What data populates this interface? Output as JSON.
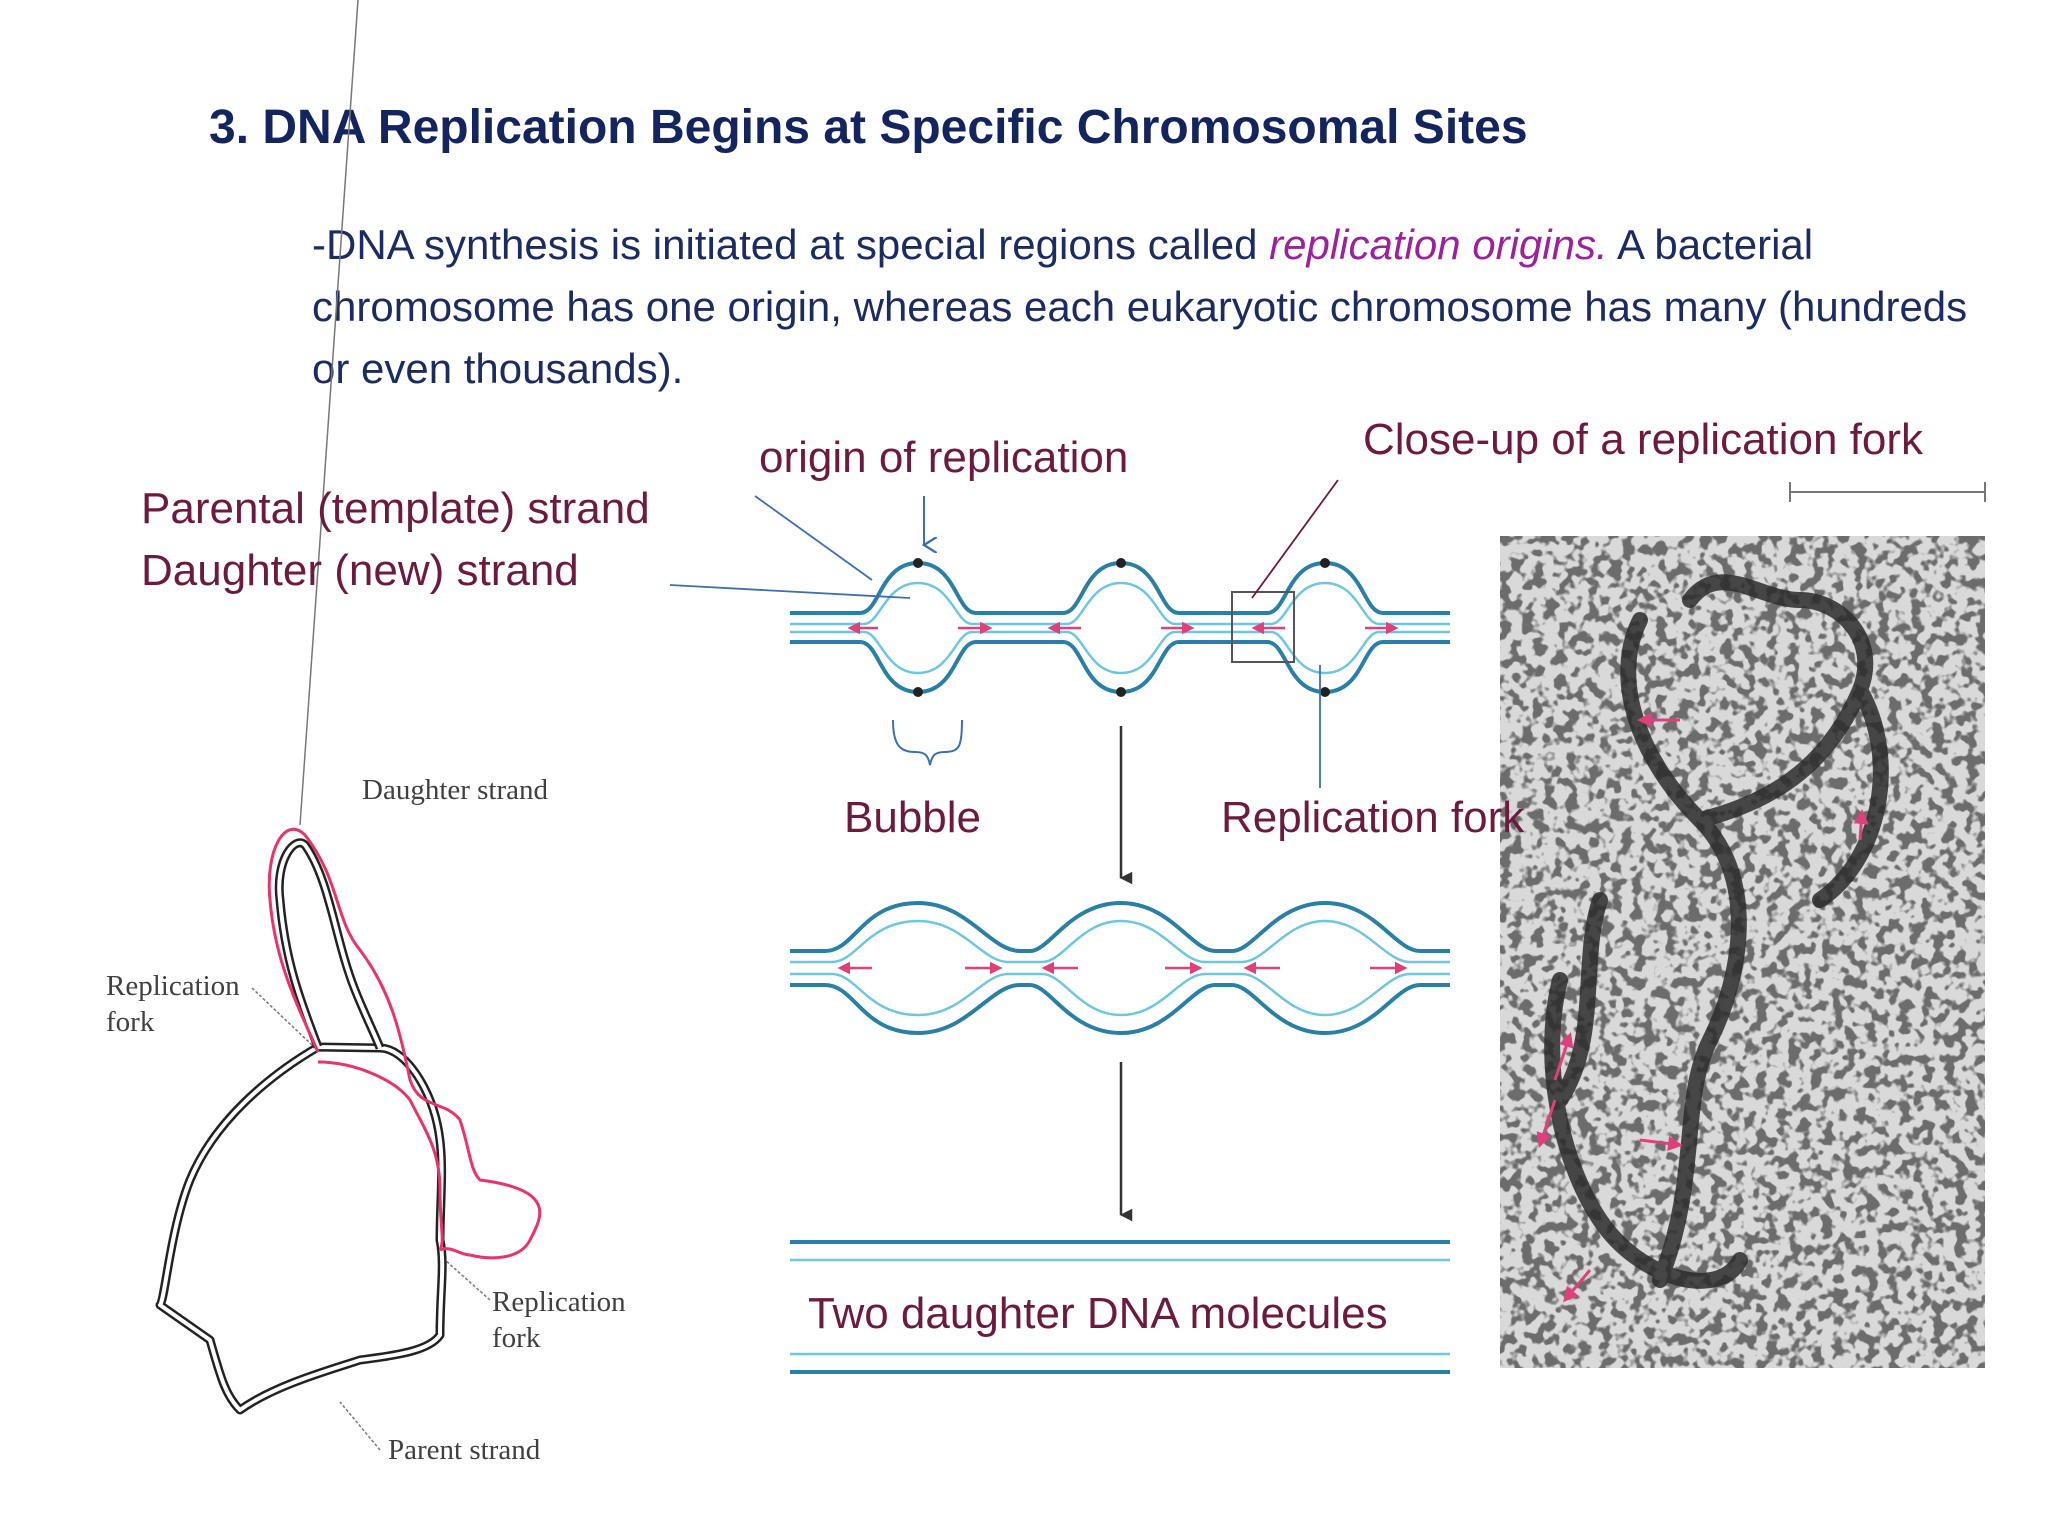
{
  "slide": {
    "title": "3. DNA Replication Begins at Specific Chromosomal Sites",
    "paragraph": {
      "before": "-DNA synthesis is initiated at special regions called ",
      "highlight": "replication origins.",
      "after": " A bacterial chromosome has one origin, whereas each eukaryotic chromosome has many (hundreds or even thousands)."
    }
  },
  "diagram": {
    "labels": {
      "origin": "origin of replication",
      "closeup": "Close-up of a replication fork",
      "parental": "Parental (template) strand",
      "daughter": "Daughter (new) strand",
      "bubble": "Bubble",
      "fork": "Replication fork",
      "two_daughters": "Two daughter DNA molecules"
    },
    "colors": {
      "parental_strand": "#2a7fa6",
      "daughter_strand": "#6ec6df",
      "arrow": "#e0407a",
      "label": "#6d1a3f"
    }
  },
  "micrograph_sketch": {
    "labels": {
      "daughter_strand": "Daughter strand",
      "fork_top_1": "Replication",
      "fork_top_2": "fork",
      "fork_bottom_1": "Replication",
      "fork_bottom_2": "fork",
      "parent_strand": "Parent strand"
    },
    "colors": {
      "daughter": "#e8336b",
      "parent": "#222222"
    }
  }
}
